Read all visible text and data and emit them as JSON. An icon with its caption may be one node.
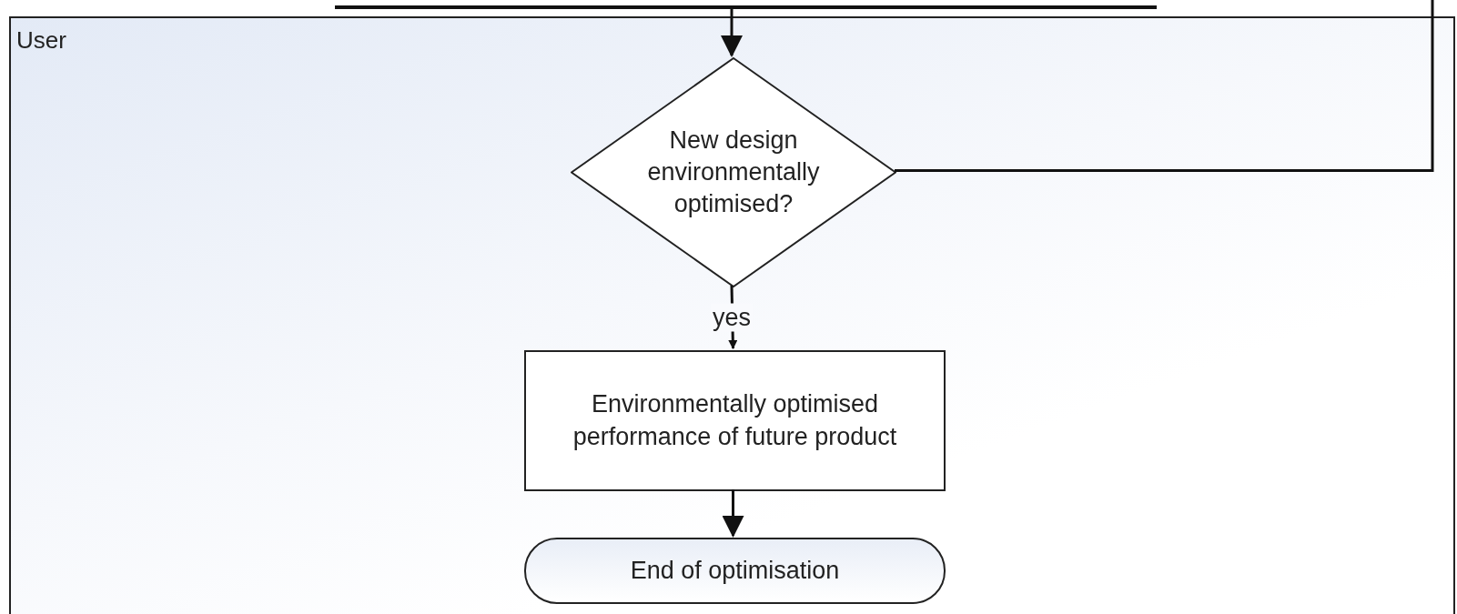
{
  "diagram": {
    "nodes": [
      {
        "text": [
          "User"
        ]
      },
      {
        "text": [
          "New design environmentally optimised?"
        ],
        "in": 0
      },
      {
        "text": [
          "Environmentally optimised performance of future product"
        ],
        "in": 0
      },
      {
        "text": [
          "End of optimisation"
        ],
        "in": 0
      }
    ],
    "edges": [
      {
        "from": null,
        "to": 1,
        "arrow": "to"
      },
      {
        "from": 1,
        "to": null,
        "arrow": "none"
      },
      {
        "from": 1,
        "to": 2,
        "label": "yes",
        "arrow": "to"
      },
      {
        "from": 2,
        "to": 3,
        "arrow": "to"
      }
    ]
  }
}
